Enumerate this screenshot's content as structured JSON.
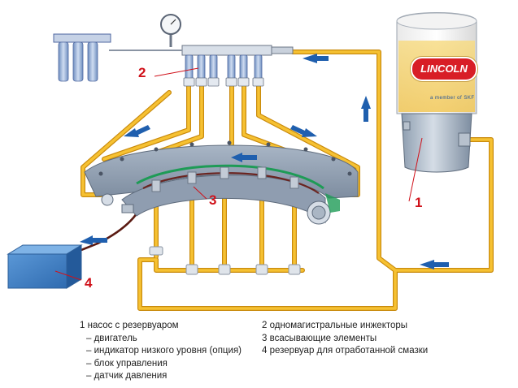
{
  "callouts": {
    "n1": "1",
    "n2": "2",
    "n3": "3",
    "n4": "4"
  },
  "brand": {
    "logo_text": "LINCOLN",
    "sub_text": "a member of SKF"
  },
  "legend": {
    "left": [
      "1  насос с резервуаром",
      "– двигатель",
      "– индикатор низкого уровня (опция)",
      "– блок управления",
      "– датчик давления"
    ],
    "right": [
      "2  одномагистральные инжекторы",
      "3  всасывающие элементы",
      "4  резервуар для отработанной смазки"
    ]
  },
  "colors": {
    "line": "#f3b21b",
    "line_outline": "#c98a0c",
    "arrow": "#1f5fae",
    "callout": "#d0121b",
    "ring": "#9aa7b7",
    "seal": "#1e9b56",
    "return_line": "#5a1a12",
    "waste_box": "#3f7fc4"
  }
}
